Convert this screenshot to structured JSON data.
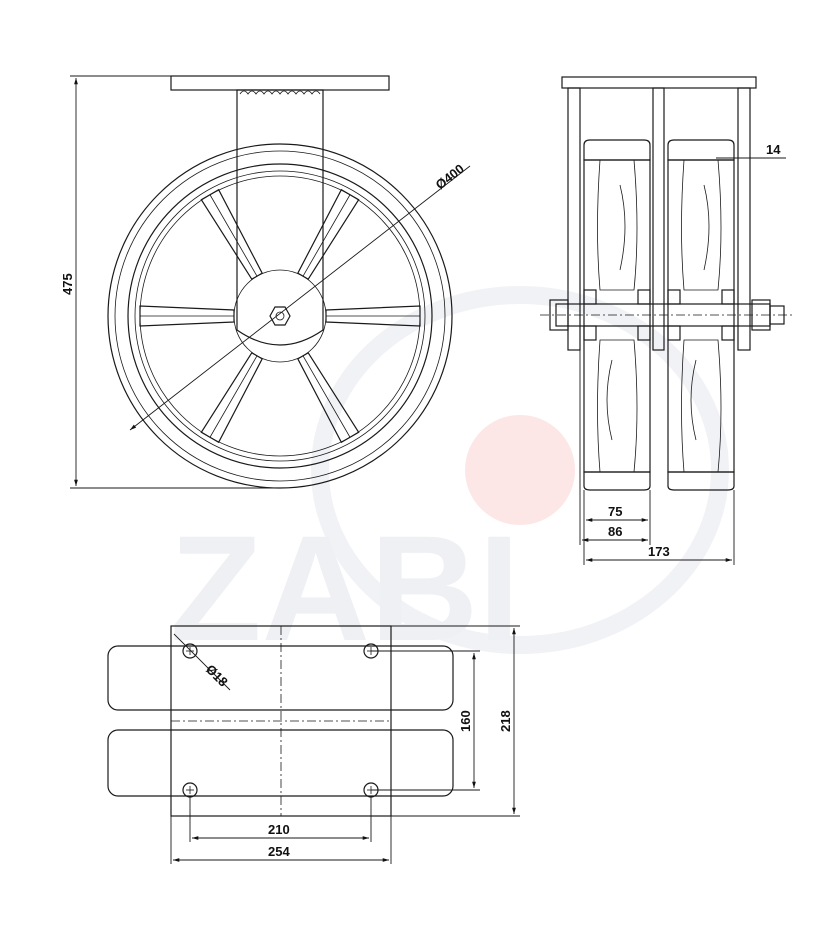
{
  "watermark": {
    "text": "ZABI",
    "color": "#eef0f3",
    "accent": "#fde6e6"
  },
  "dimensions": {
    "height": "475",
    "diameter": "Ø400",
    "wheel_width": "75",
    "hub_length": "86",
    "total_width": "173",
    "plate_thickness": "14",
    "hole_diameter": "Ø18",
    "hole_spacing_y": "160",
    "plate_depth": "218",
    "hole_spacing_x": "210",
    "plate_width": "254"
  },
  "colors": {
    "line": "#1a1a1a",
    "hatch": "#555555"
  }
}
